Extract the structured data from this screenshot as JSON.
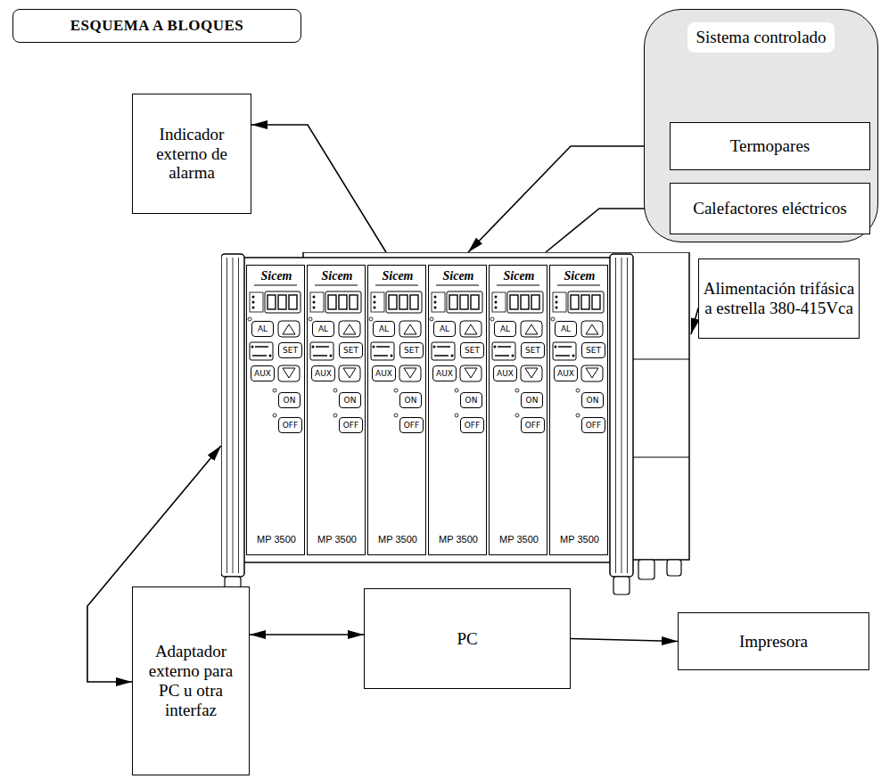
{
  "diagram": {
    "title": "ESQUEMA A BLOQUES",
    "nodes": [
      {
        "text": [
          "Sistema controlado"
        ]
      },
      {
        "text": [
          "Termopares"
        ],
        "in": 0
      },
      {
        "text": [
          "Calefactores eléctricos"
        ],
        "in": 0
      },
      {
        "text": [
          "Indicador externo de alarma"
        ]
      },
      {
        "text": []
      },
      {
        "text": [
          "Sicem",
          "AL",
          "SET",
          "AUX",
          "ON",
          "OFF",
          "MP 3500"
        ],
        "in": 4
      },
      {
        "text": [
          "Sicem",
          "AL",
          "SET",
          "AUX",
          "ON",
          "OFF",
          "MP 3500"
        ],
        "in": 4
      },
      {
        "text": [
          "Sicem",
          "AL",
          "SET",
          "AUX",
          "ON",
          "OFF",
          "MP 3500"
        ],
        "in": 4
      },
      {
        "text": [
          "Sicem",
          "AL",
          "SET",
          "AUX",
          "ON",
          "OFF",
          "MP 3500"
        ],
        "in": 4
      },
      {
        "text": [
          "Sicem",
          "AL",
          "SET",
          "AUX",
          "ON",
          "OFF",
          "MP 3500"
        ],
        "in": 4
      },
      {
        "text": [
          "Sicem",
          "AL",
          "SET",
          "AUX",
          "ON",
          "OFF",
          "MP 3500"
        ],
        "in": 4
      },
      {
        "text": [
          "Alimentación trifásica a estrella 380-415Vca"
        ]
      },
      {
        "text": [
          "Adaptador externo para PC u otra interfaz"
        ]
      },
      {
        "text": [
          "PC"
        ]
      },
      {
        "text": [
          "Impresora"
        ]
      }
    ],
    "edges": [
      {
        "from": 4,
        "to": 3,
        "arrow": "to"
      },
      {
        "from": 1,
        "to": 4,
        "arrow": "to"
      },
      {
        "from": 4,
        "to": 2,
        "arrow": "to"
      },
      {
        "from": 11,
        "to": 4,
        "arrow": "to"
      },
      {
        "from": 12,
        "to": 4,
        "arrow": "both"
      },
      {
        "from": 12,
        "to": 13,
        "arrow": "both"
      },
      {
        "from": 13,
        "to": 14,
        "arrow": "to"
      }
    ]
  }
}
